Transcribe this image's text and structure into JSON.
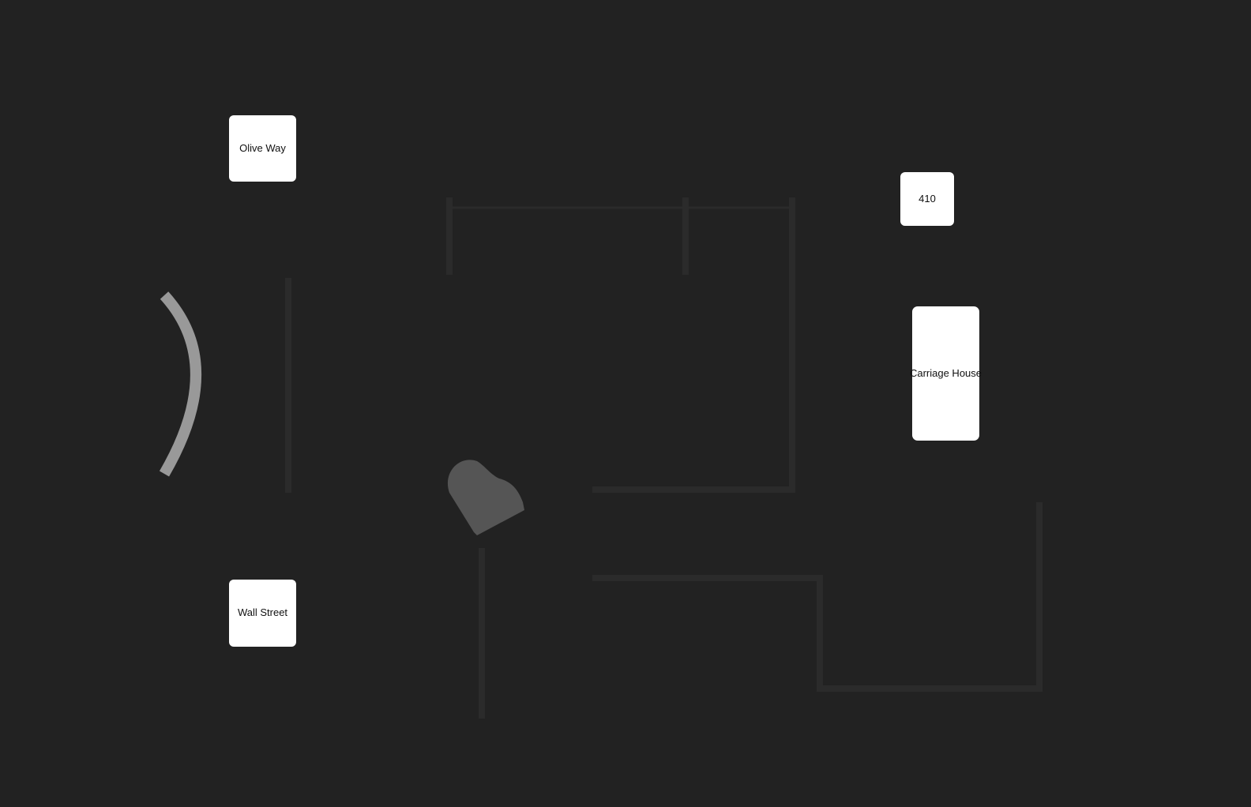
{
  "colors": {
    "background": "#222222",
    "wall": "#2a2a2a",
    "room_fill": "#ffffff",
    "room_text": "#111111",
    "stage_arc": "#999999",
    "piano": "#555555"
  },
  "rooms": [
    {
      "id": "olive-way",
      "label": "Olive Way"
    },
    {
      "id": "wall-street",
      "label": "Wall Street"
    },
    {
      "id": "room-410",
      "label": "410"
    },
    {
      "id": "carriage-house",
      "label": "Carriage House"
    }
  ],
  "icons": {
    "stage": "stage-arc-icon",
    "piano": "grand-piano-icon"
  }
}
